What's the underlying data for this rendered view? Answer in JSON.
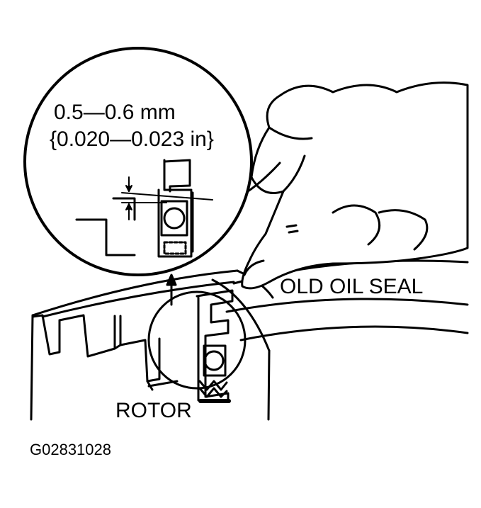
{
  "labels": {
    "spec_mm": "0.5—0.6 mm",
    "spec_in": "{0.020—0.023 in}",
    "old_oil_seal": "OLD OIL SEAL",
    "rotor": "ROTOR",
    "figure_code": "G02831028"
  },
  "colors": {
    "ink": "#000000",
    "paper": "#ffffff"
  }
}
